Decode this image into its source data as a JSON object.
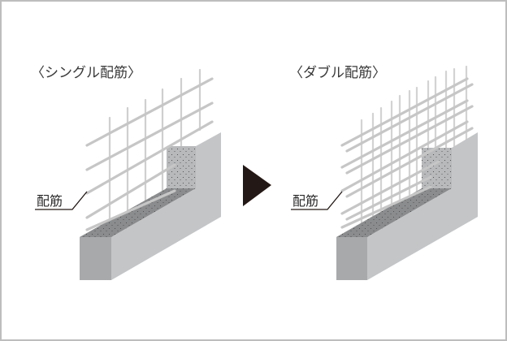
{
  "diagram": {
    "left_panel": {
      "title": "〈シングル配筋〉",
      "callout_label": "配筋"
    },
    "right_panel": {
      "title": "〈ダブル配筋〉",
      "callout_label": "配筋"
    },
    "arrow": {
      "icon": "triangle-right-icon",
      "color": "#231815"
    },
    "colors": {
      "frame_border": "#bdbdbd",
      "wall_front": "#a9abad",
      "wall_side": "#c2c4c6",
      "wall_top": "#7d7f81",
      "wall_section": "#9fa1a3",
      "rebar": "#c8c8c8",
      "rebar_vertical": "#d6d6d6"
    }
  }
}
